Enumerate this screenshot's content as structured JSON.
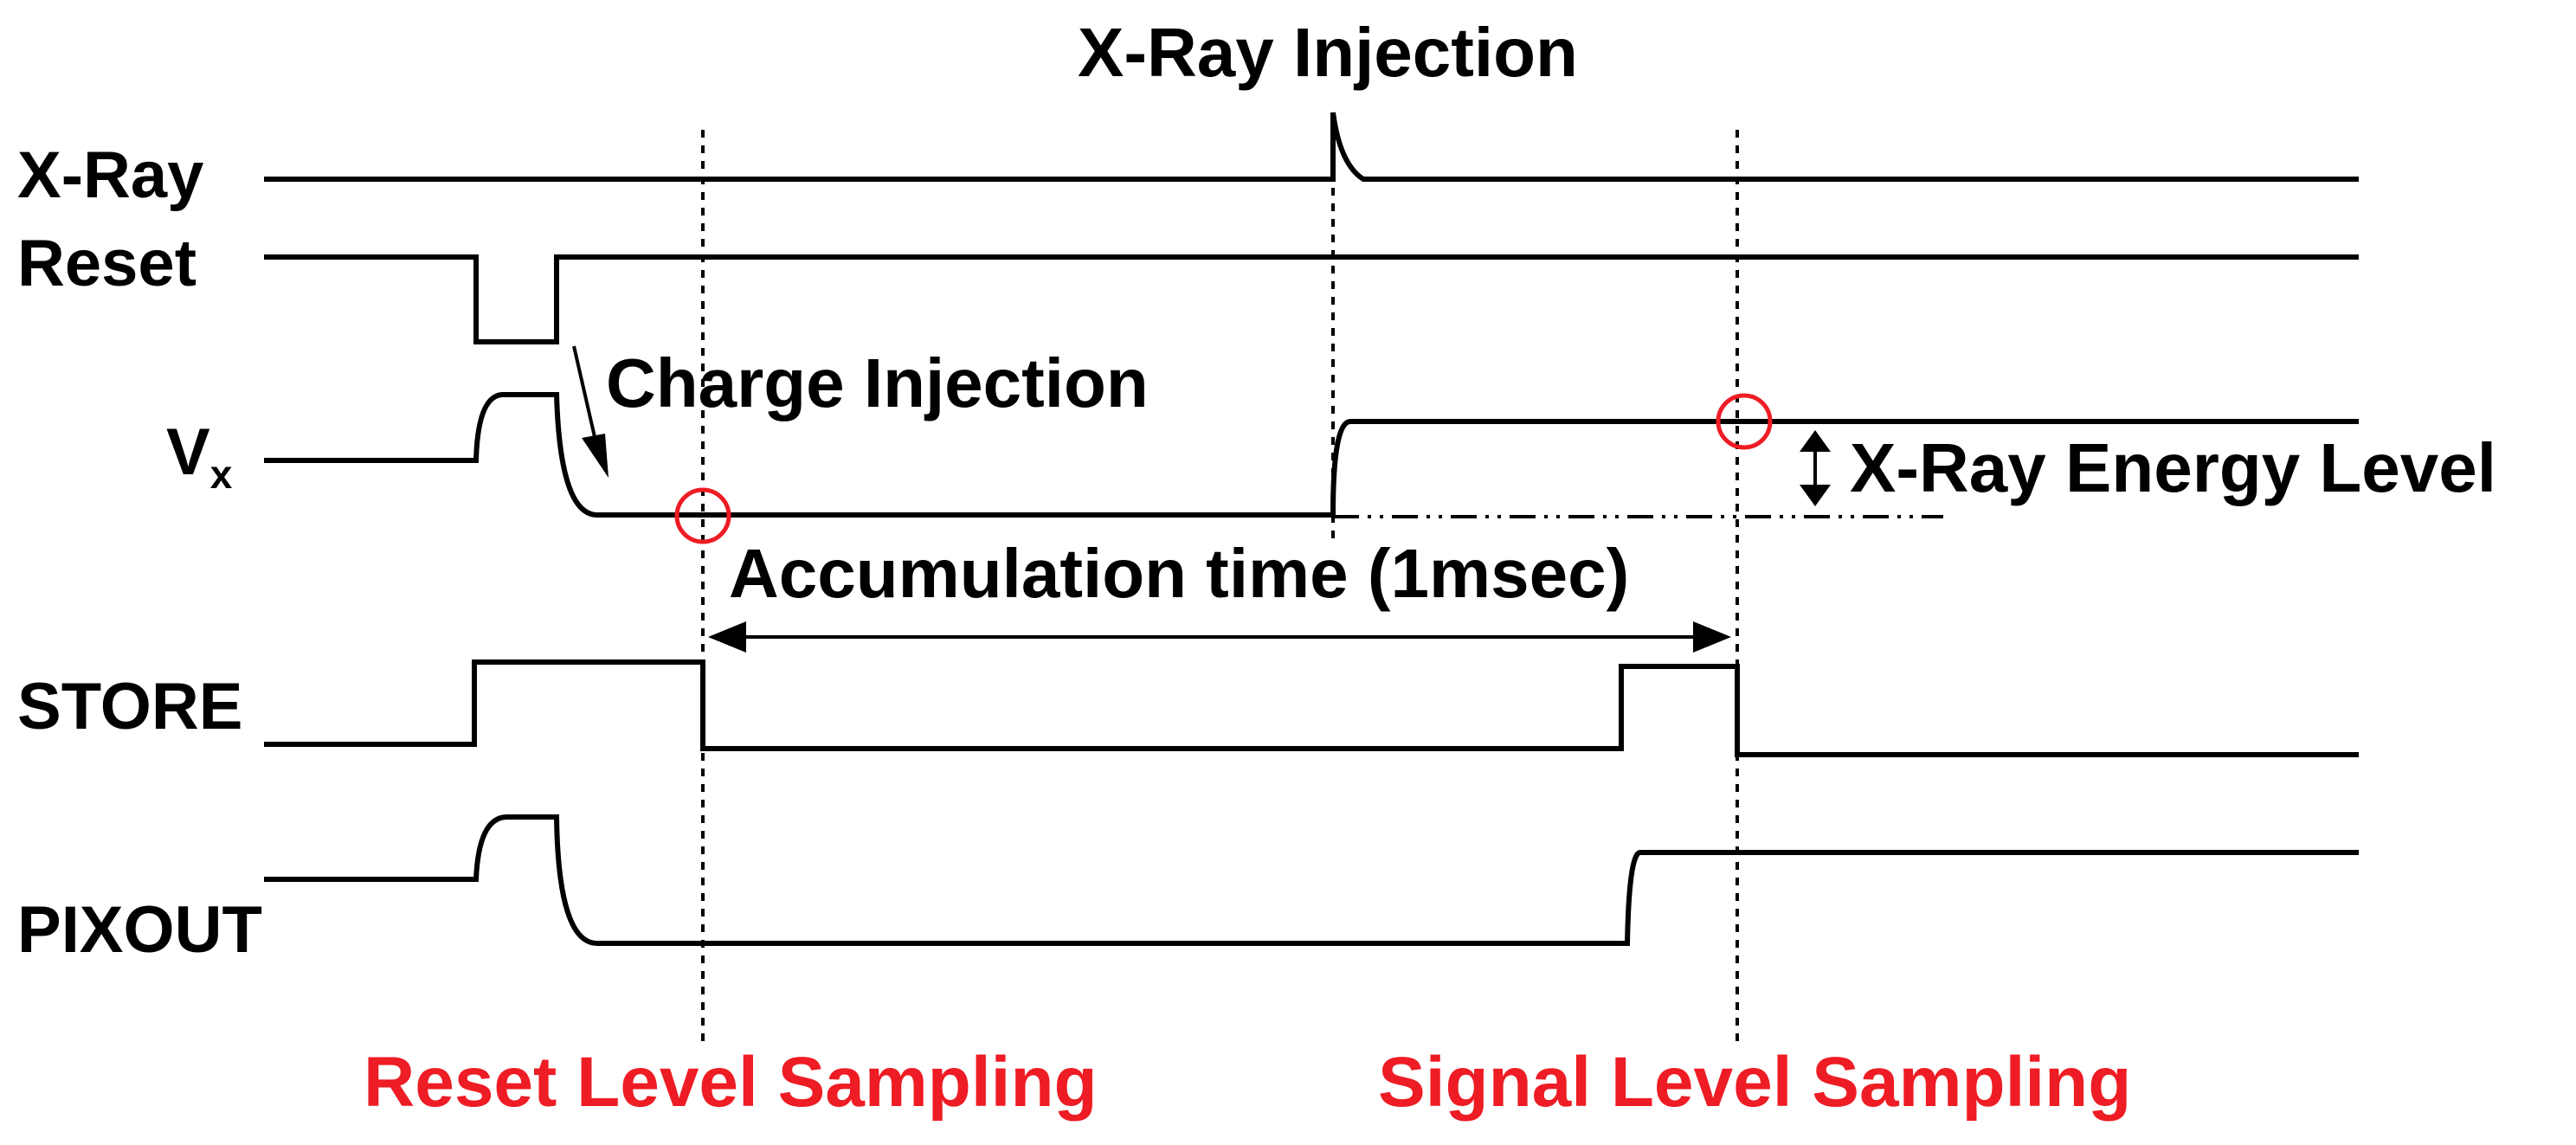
{
  "colors": {
    "wave": "#000000",
    "sampling": "#ee1c24"
  },
  "signals": {
    "xray": "X-Ray",
    "reset": "Reset",
    "vx_main": "V",
    "vx_sub": "x",
    "store": "STORE",
    "pixout": "PIXOUT"
  },
  "annotations": {
    "xray_injection": "X-Ray Injection",
    "charge_injection": "Charge Injection",
    "energy_level": "X-Ray Energy Level",
    "accumulation_time": "Accumulation time (1msec)"
  },
  "sampling": {
    "reset_level": "Reset Level Sampling",
    "signal_level": "Signal Level Sampling"
  }
}
